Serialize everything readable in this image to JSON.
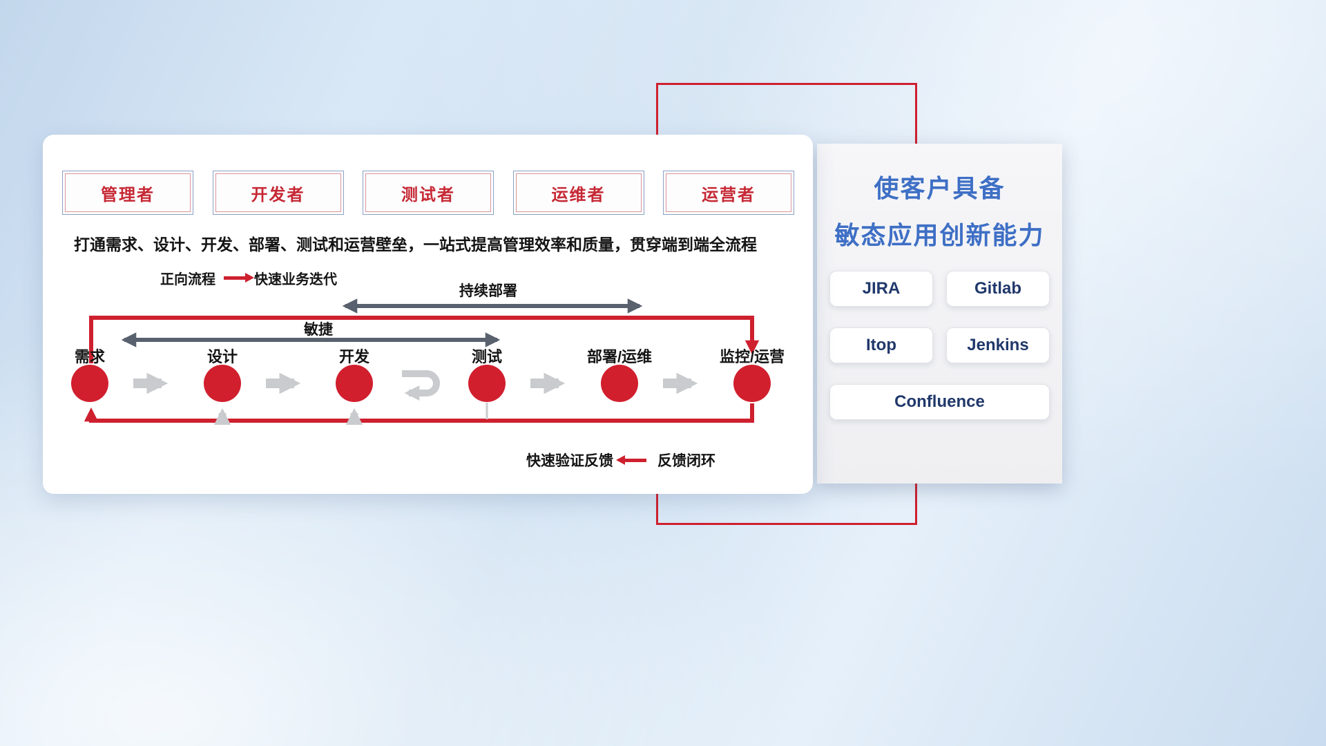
{
  "card": {
    "roles": [
      {
        "label": "管理者"
      },
      {
        "label": "开发者"
      },
      {
        "label": "测试者"
      },
      {
        "label": "运维者"
      },
      {
        "label": "运营者"
      }
    ],
    "subtitle": "打通需求、设计、开发、部署、测试和运营壁垒，一站式提高管理效率和质量，贯穿端到端全流程",
    "forward_legend": {
      "label": "正向流程",
      "value": "快速业务迭代"
    },
    "feedback_legend": {
      "label": "快速验证反馈",
      "value": "反馈闭环"
    },
    "span_arrows": {
      "continuous_deployment": "持续部署",
      "agile": "敏捷"
    },
    "steps": [
      {
        "label": "需求"
      },
      {
        "label": "设计"
      },
      {
        "label": "开发"
      },
      {
        "label": "测试"
      },
      {
        "label": "部署/运维"
      },
      {
        "label": "监控/运营"
      }
    ]
  },
  "side_panel": {
    "title_line1": "使客户具备",
    "title_line2": "敏态应用创新能力",
    "tools": [
      "JIRA",
      "Gitlab",
      "Itop",
      "Jenkins",
      "Confluence"
    ]
  },
  "colors": {
    "accent_red": "#ce202e",
    "title_blue": "#3e6fc5",
    "tool_text_navy": "#20386b",
    "dark_arrow": "#59616e",
    "light_arrow": "#c9cbce"
  }
}
